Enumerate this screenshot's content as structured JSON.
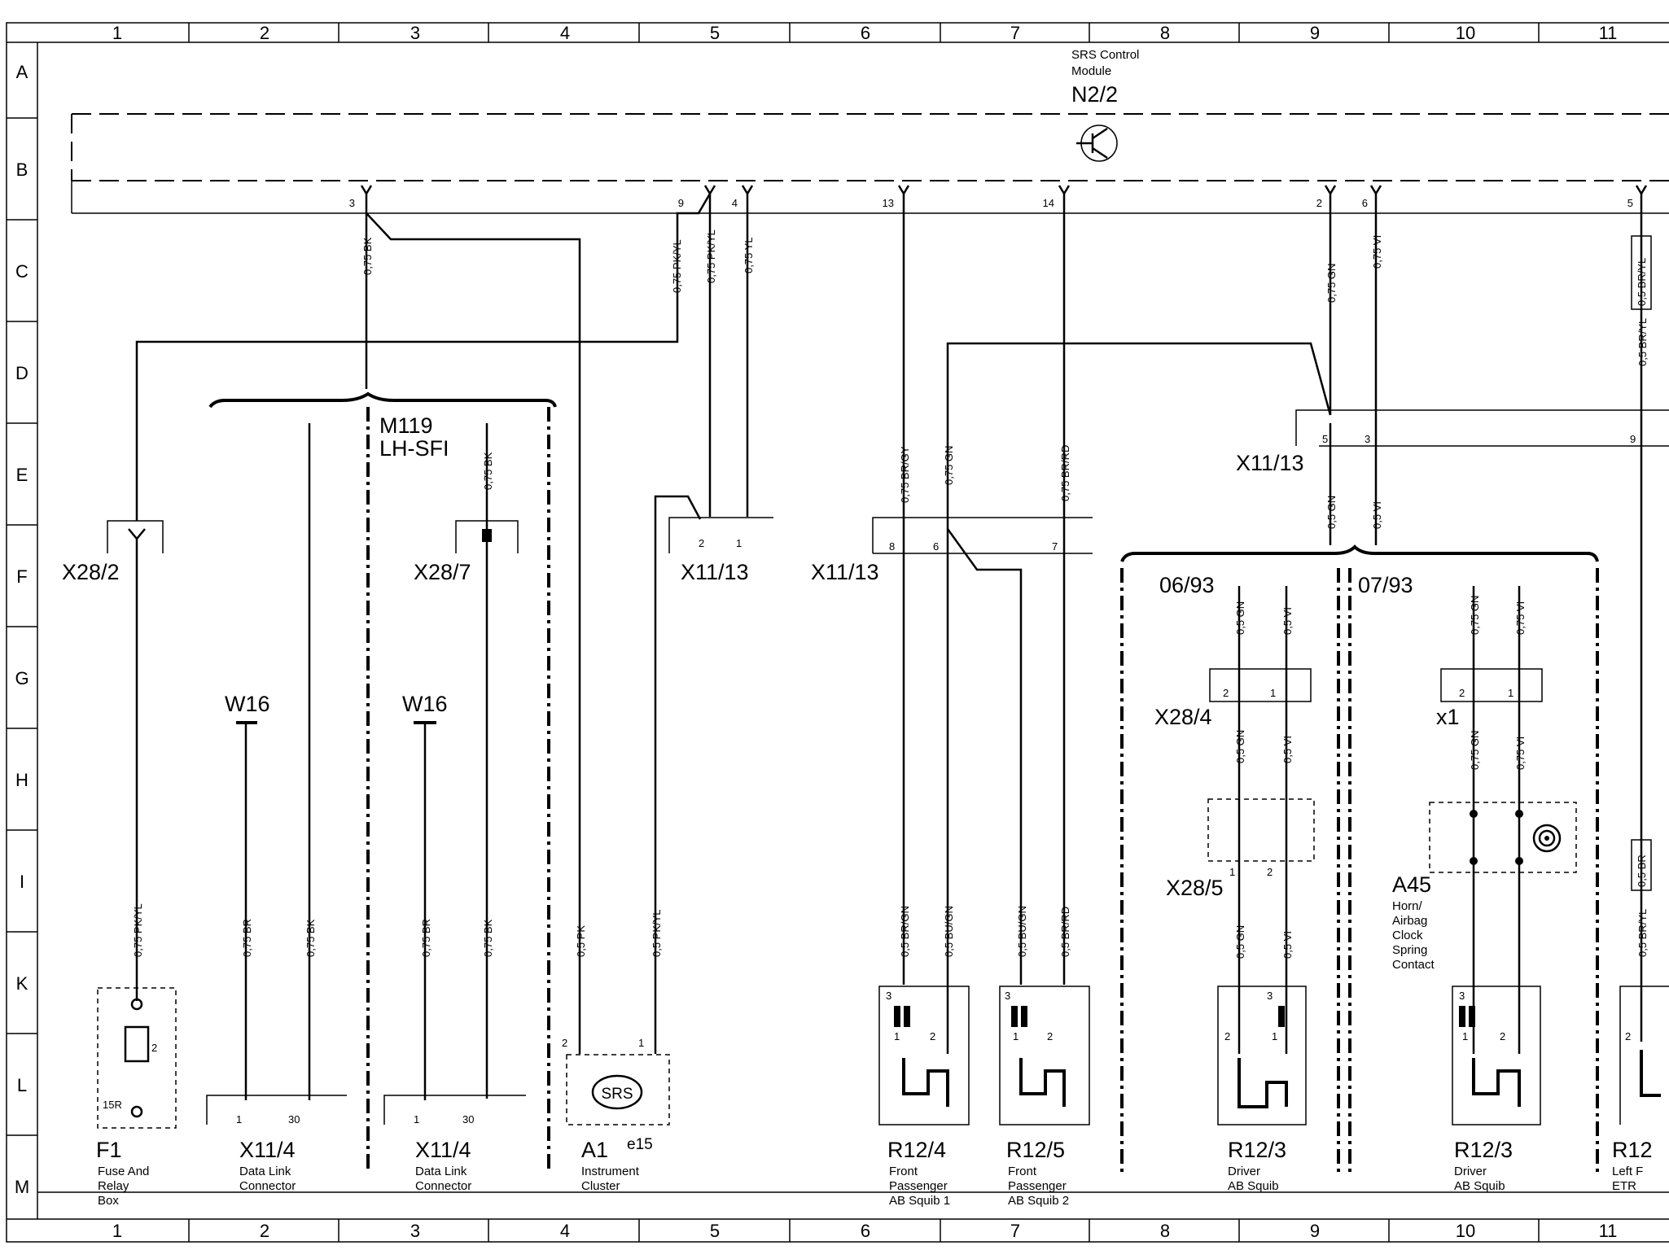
{
  "grid": {
    "columns": [
      "1",
      "2",
      "3",
      "4",
      "5",
      "6",
      "7",
      "8",
      "9",
      "10",
      "11"
    ],
    "rows": [
      "A",
      "B",
      "C",
      "D",
      "E",
      "F",
      "G",
      "H",
      "I",
      "K",
      "L",
      "M"
    ]
  },
  "module": {
    "name_line1": "SRS Control",
    "name_line2": "Module",
    "code": "N2/2"
  },
  "pins": {
    "p3": "3",
    "p9": "9",
    "p4": "4",
    "p13": "13",
    "p14": "14",
    "p2": "2",
    "p6": "6",
    "p5": "5",
    "x1313_a": "2",
    "x1313_b": "1",
    "x1313_c": "8",
    "x1313_d": "6",
    "x1313_e": "7",
    "x1313_f": "5",
    "x1313_g": "3",
    "x1313_h": "9",
    "x284_a": "2",
    "x284_b": "1",
    "x1_a": "2",
    "x1_b": "1",
    "x285_a": "1",
    "x285_b": "2",
    "a1_a": "2",
    "a1_b": "1",
    "x114a_a": "1",
    "x114a_b": "30",
    "x114b_a": "1",
    "x114b_b": "30",
    "r124_a": "3",
    "r124_b": "1",
    "r124_c": "2",
    "r125_a": "3",
    "r125_b": "1",
    "r125_c": "2",
    "r123a_a": "3",
    "r123a_b": "1",
    "r123a_c": "2",
    "r123b_a": "3",
    "r123b_b": "1",
    "r123b_c": "2",
    "r12l_a": "2",
    "f1_a": "2",
    "f1_b": "15R"
  },
  "wires": {
    "w_075bk": "0,75 BK",
    "w_075pkyl_a": "0,75 PK/YL",
    "w_075pkyl_b": "0,75 PK/YL",
    "w_075yl": "0,75 YL",
    "w_075brgy": "0,75 BR/GY",
    "w_075gn_a": "0,75 GN",
    "w_075brrd": "0,75 BR/RD",
    "w_075gn_b": "0,75 GN",
    "w_075vi_a": "0,75 VI",
    "w_05bryl_a": "0,5 BR/YL",
    "w_05bryl_box": "0,5 BR/YL",
    "w_05gn_a": "0,5 GN",
    "w_05vi_a": "0,5 VI",
    "w_075bk_m119": "0,75 BK",
    "w_05gn_b": "0,5 GN",
    "w_05vi_b": "0,5 VI",
    "w_05gn_c": "0,5 GN",
    "w_05vi_c": "0,5 VI",
    "w_05gn_d": "0,5 GN",
    "w_05vi_d": "0,5 VI",
    "w_075gn_c": "0,75 GN",
    "w_075vi_c": "0,75 VI",
    "w_075gn_d": "0,75 GN",
    "w_075vi_d": "0,75 VI",
    "w_075pkyl_f1": "0,75 PK/YL",
    "w_075br_w16a": "0,75 BR",
    "w_075bk_w16a": "0,75 BK",
    "w_075br_w16b": "0,75 BR",
    "w_075bk_w16b": "0,75 BK",
    "w_05pk": "0,5 PK",
    "w_05pkyl": "0,5 PK/YL",
    "w_05brgn": "0,5 BR/GN",
    "w_05bugn_a": "0,5 BU/GN",
    "w_05bugn_b": "0,5 BU/GN",
    "w_05brrd": "0,5 BR/RD",
    "w_05br_box": "0,5 BR",
    "w_05bryl_b": "0,5 BR/YL"
  },
  "connectors": {
    "x282": "X28/2",
    "x287": "X28/7",
    "x1313_1": "X11/13",
    "x1313_2": "X11/13",
    "x1313_3": "X11/13",
    "x284": "X28/4",
    "x1": "x1",
    "x285": "X28/5",
    "w16_a": "W16",
    "w16_b": "W16",
    "m119_line1": "M119",
    "m119_line2": "LH-SFI",
    "date_a": "06/93",
    "date_b": "07/93"
  },
  "components": {
    "f1": {
      "code": "F1",
      "desc": [
        "Fuse And",
        "Relay",
        "Box"
      ]
    },
    "x114a": {
      "code": "X11/4",
      "desc": [
        "Data Link",
        "Connector"
      ]
    },
    "x114b": {
      "code": "X11/4",
      "desc": [
        "Data Link",
        "Connector"
      ]
    },
    "a1": {
      "code": "A1",
      "sub": "e15",
      "desc": [
        "Instrument",
        "Cluster"
      ],
      "symbol": "SRS"
    },
    "r124": {
      "code": "R12/4",
      "desc": [
        "Front",
        "Passenger",
        "AB Squib 1"
      ]
    },
    "r125": {
      "code": "R12/5",
      "desc": [
        "Front",
        "Passenger",
        "AB Squib 2"
      ]
    },
    "r123a": {
      "code": "R12/3",
      "desc": [
        "Driver",
        "AB Squib"
      ]
    },
    "r123b": {
      "code": "R12/3",
      "desc": [
        "Driver",
        "AB Squib"
      ]
    },
    "a45": {
      "code": "A45",
      "desc": [
        "Horn/",
        "Airbag",
        "Clock",
        "Spring",
        "Contact"
      ]
    },
    "r12l": {
      "code": "R12",
      "desc": [
        "Left F",
        "ETR"
      ]
    }
  }
}
